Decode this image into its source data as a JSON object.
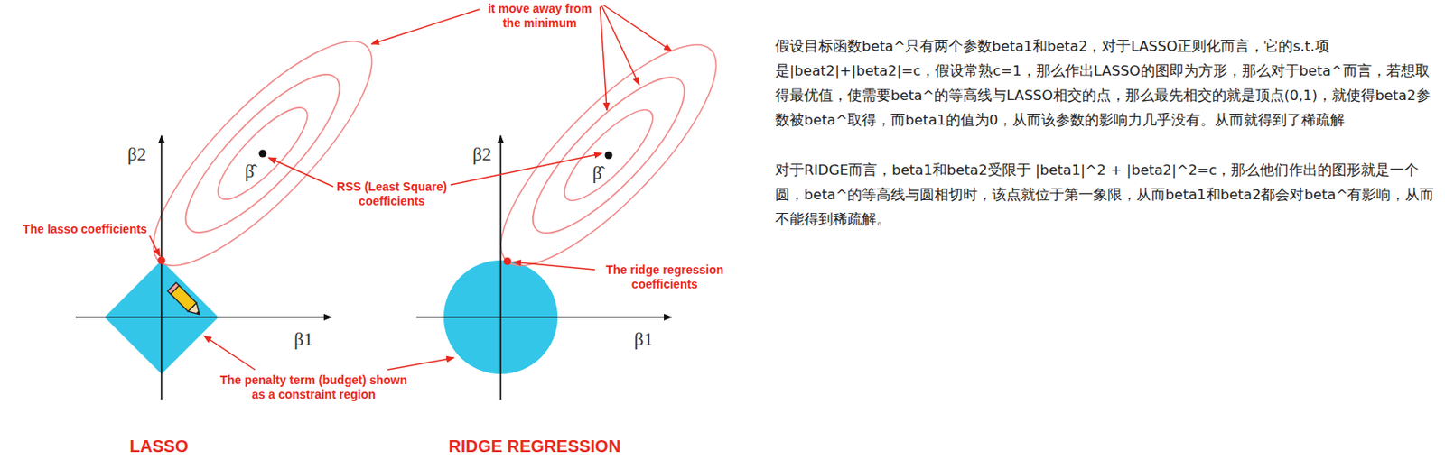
{
  "diagram": {
    "labels": [
      "it move away from the minimum",
      "β2",
      "β̂",
      "β2",
      "β̂",
      "RSS (Least Square) coefficients",
      "The lasso coefficients",
      "The ridge regression coefficients",
      "β1",
      "β1",
      "The penalty term (budget) shown as a constraint region",
      "LASSO",
      "RIDGE REGRESSION",
      "假设目标函数beta^只有两个参数beta1和beta2，对于LASSO正则化而言，它的s.t.项是|beat2|+|beta2|=c，假设常熟c=1，那么作出LASSO的图即为方形，那么对于beta^而言，若想取得最优值，使需要beta^的等高线与LASSO相交的点，那么最先相交的就是顶点(0,1)，就使得beta2参数被beta^取得，而beta1的值为0，从而该参数的影响力几乎没有。从而就得到了稀疏解",
      "对于RIDGE而言，beta1和beta2受限于 |beta1|^2 + |beta2|^2=c，那么他们作出的图形就是一个圆，beta^的等高线与圆相切时，该点就位于第一象限，从而beta1和beta2都会对beta^有影响，从而不能得到稀疏解。"
    ]
  }
}
